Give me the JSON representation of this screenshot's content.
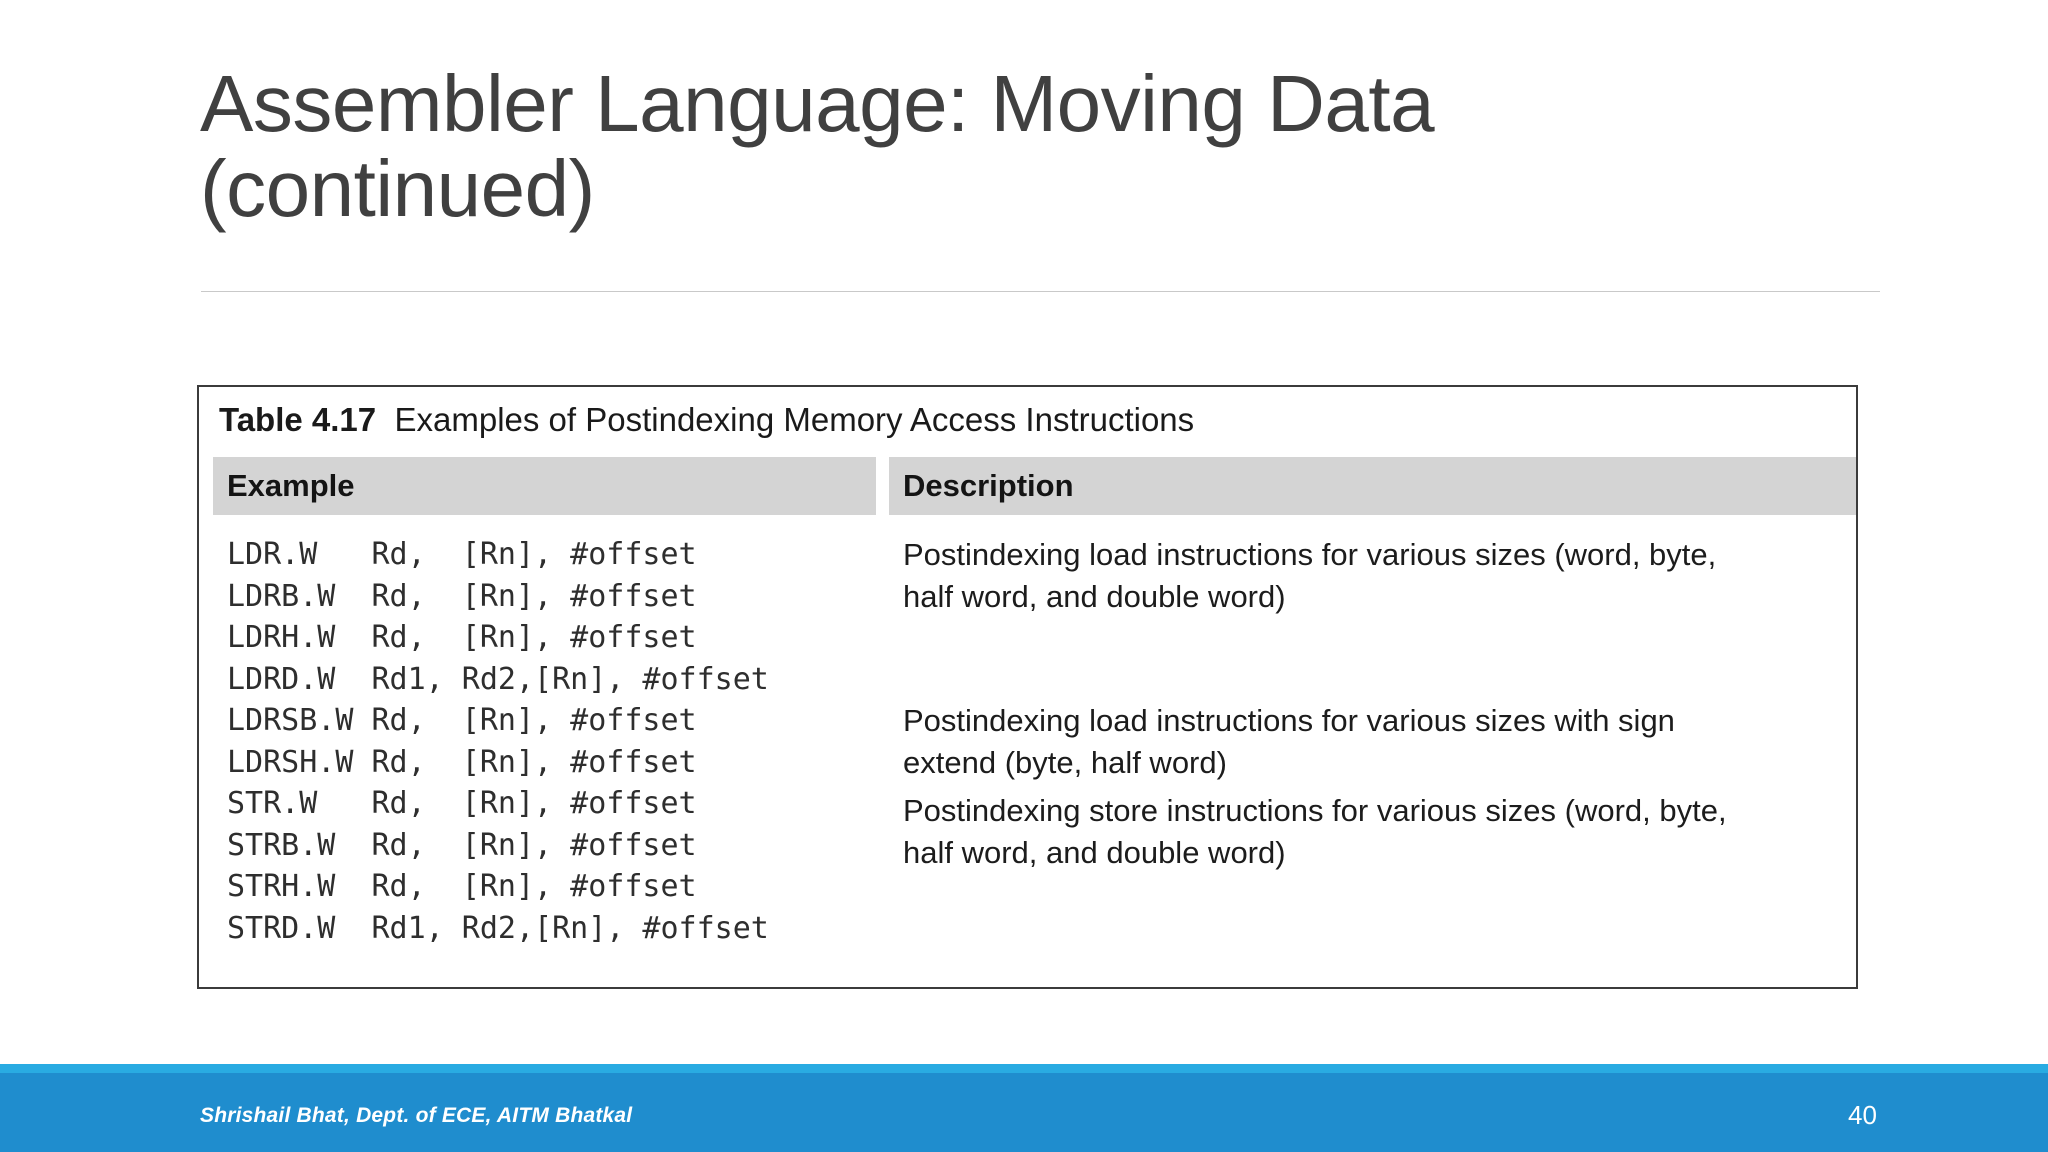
{
  "slide": {
    "title": "Assembler Language: Moving Data\n(continued)",
    "page_number": "40",
    "footer_text": "Shrishail Bhat, Dept. of ECE, AITM Bhatkal",
    "accent_color": "#29abe2",
    "footer_color": "#1f8dce",
    "title_color": "#404040"
  },
  "figure": {
    "caption_label": "Table 4.17",
    "caption_text": "Examples of Postindexing Memory Access Instructions",
    "header_bg": "#d4d4d4",
    "columns": [
      {
        "key": "example",
        "label": "Example"
      },
      {
        "key": "description",
        "label": "Description"
      }
    ],
    "groups": [
      {
        "examples": [
          "LDR.W   Rd,  [Rn], #offset",
          "LDRB.W  Rd,  [Rn], #offset",
          "LDRH.W  Rd,  [Rn], #offset",
          "LDRD.W  Rd1, Rd2,[Rn], #offset"
        ],
        "description": "Postindexing load instructions for various sizes (word, byte,\nhalf word, and double word)"
      },
      {
        "examples": [
          "LDRSB.W Rd,  [Rn], #offset",
          "LDRSH.W Rd,  [Rn], #offset"
        ],
        "description": "Postindexing load instructions for various sizes with sign\nextend (byte, half word)"
      },
      {
        "examples": [
          "STR.W   Rd,  [Rn], #offset",
          "STRB.W  Rd,  [Rn], #offset",
          "STRH.W  Rd,  [Rn], #offset",
          "STRD.W  Rd1, Rd2,[Rn], #offset"
        ],
        "description": "Postindexing store instructions for various sizes (word, byte,\nhalf word, and double word)"
      }
    ]
  }
}
